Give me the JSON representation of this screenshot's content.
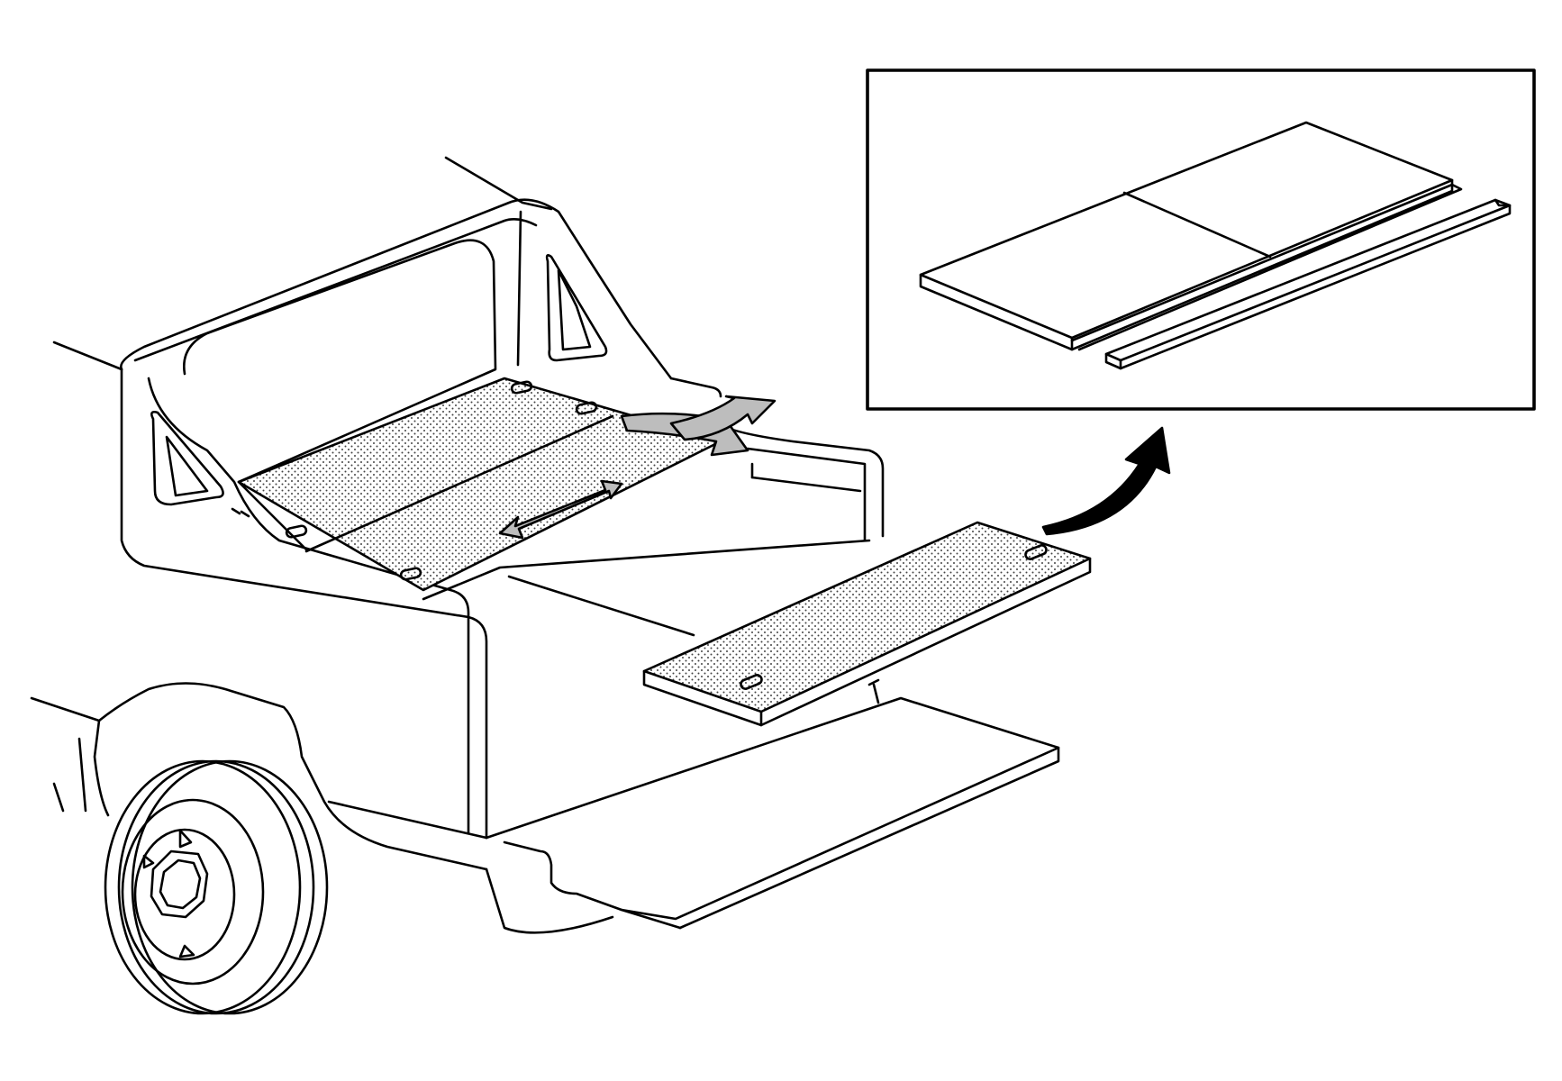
{
  "colors": {
    "background": "#ffffff",
    "line": "#000000",
    "stipple": "#444444",
    "arrow_fill": "#bdbdbd"
  },
  "parts": [
    "truck-bed",
    "bed-floor-panel-installed",
    "bed-floor-panel-removed",
    "tailgate",
    "rear-wheel",
    "slide-arrow",
    "lift-arrow",
    "callout-arrow",
    "detail-inset"
  ]
}
